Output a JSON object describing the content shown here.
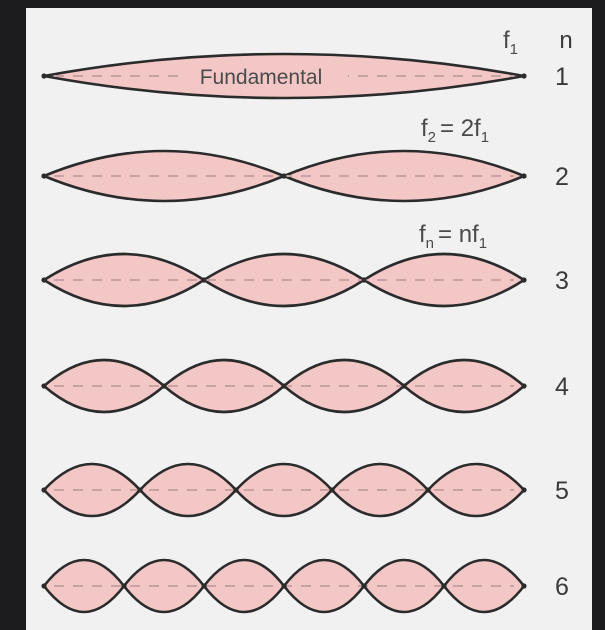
{
  "header": {
    "n_label": "n"
  },
  "colors": {
    "background": "#1c1c1e",
    "panel": "#f1f1f1",
    "loop_fill": "#f4c7c7",
    "loop_stroke": "#2b2b2b",
    "axis_dash": "#c9a3a3",
    "text": "#4a4a4a"
  },
  "modes": [
    {
      "n": "1",
      "loops": 1,
      "center_label": "Fundamental"
    },
    {
      "n": "2",
      "loops": 2,
      "center_label": ""
    },
    {
      "n": "3",
      "loops": 3,
      "center_label": ""
    },
    {
      "n": "4",
      "loops": 4,
      "center_label": ""
    },
    {
      "n": "5",
      "loops": 5,
      "center_label": ""
    },
    {
      "n": "6",
      "loops": 6,
      "center_label": ""
    }
  ],
  "frequency_labels": {
    "f1": {
      "base": "f",
      "sub": "1"
    },
    "f2": {
      "base": "f",
      "sub": "2",
      "eq": "= 2f",
      "eq_sub": "1"
    },
    "fn": {
      "base": "f",
      "sub": "n",
      "eq": "= nf",
      "eq_sub": "1"
    }
  }
}
